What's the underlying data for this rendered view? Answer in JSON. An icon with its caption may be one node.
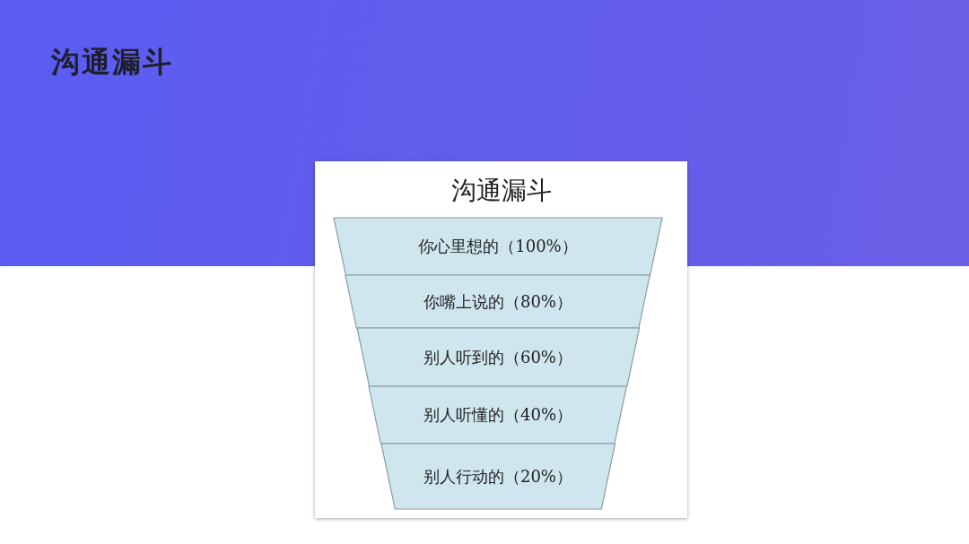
{
  "diagram": {
    "title": "沟通漏斗",
    "nodes": [
      {
        "text": [
          "沟通漏斗"
        ]
      },
      {
        "text": [
          "你心里想的（100%）"
        ],
        "in": 0
      },
      {
        "text": [
          "你嘴上说的（80%）"
        ],
        "in": 0
      },
      {
        "text": [
          "别人听到的（60%）"
        ],
        "in": 0
      },
      {
        "text": [
          "别人听懂的（40%）"
        ],
        "in": 0
      },
      {
        "text": [
          "别人行动的（20%）"
        ],
        "in": 0
      }
    ],
    "edges": []
  }
}
